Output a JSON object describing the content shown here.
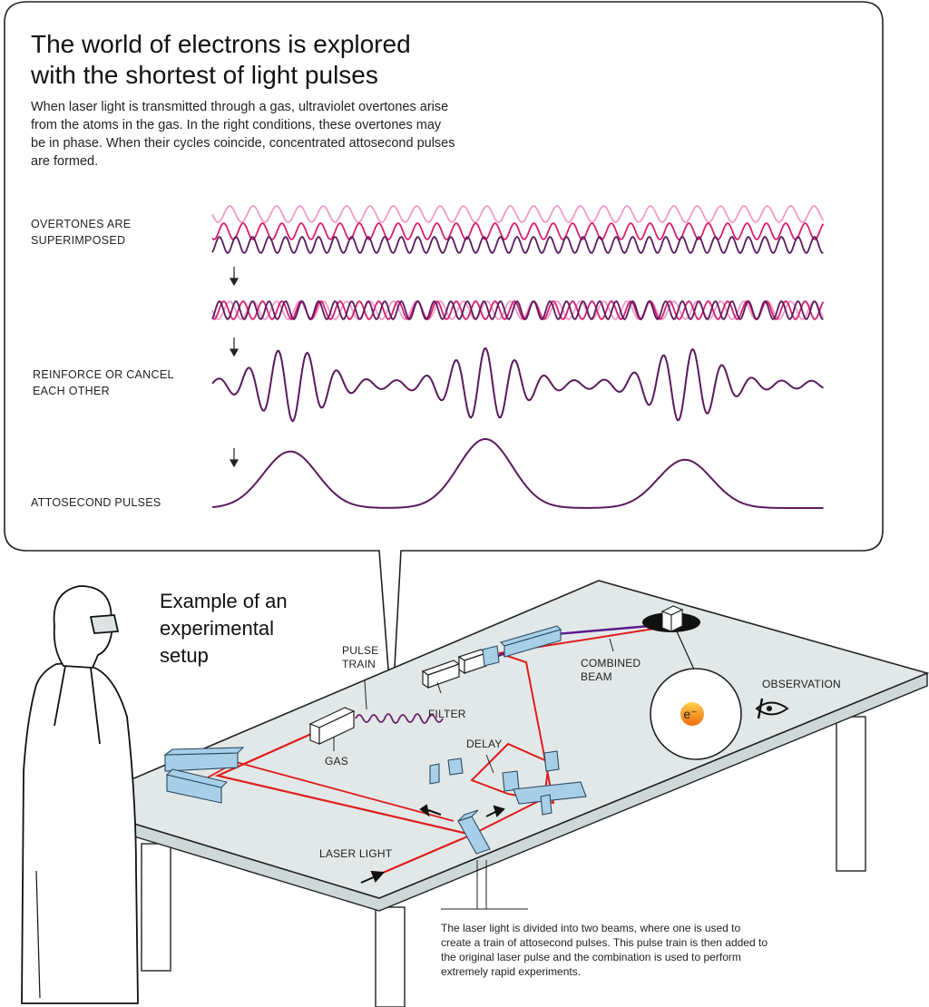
{
  "panel": {
    "title": "The world of electrons is explored with the shortest of light pulses",
    "intro": "When laser light is transmitted through a gas, ultraviolet overtones arise from the atoms in the gas. In the right conditions, these overtones may be in phase. When their cycles coincide, concentrated attosecond pulses are formed.",
    "labels": {
      "superimposed": "OVERTONES ARE\nSUPERIMPOSED",
      "reinforce": "REINFORCE OR CANCEL\nEACH OTHER",
      "pulses": "ATTOSECOND PULSES"
    },
    "colors": {
      "light_pink": "#f29cc5",
      "magenta": "#d6206f",
      "purple": "#5a1a5e"
    }
  },
  "setup": {
    "title": "Example of an\nexperimental\nsetup",
    "labels": {
      "pulse_train": "PULSE\nTRAIN",
      "filter": "FILTER",
      "gas": "GAS",
      "delay": "DELAY",
      "combined_beam": "COMBINED\nBEAM",
      "observation": "OBSERVATION",
      "laser_light": "LASER LIGHT",
      "electron": "e⁻"
    },
    "caption": "The laser light is divided into two beams, where one is used to create a train of attosecond pulses. This pulse train is then added to the original laser pulse and the combination is used to perform extremely rapid experiments.",
    "colors": {
      "table": "#e2e8e8",
      "beam": "#e01c1c",
      "optic": "#a8cfe8"
    }
  }
}
